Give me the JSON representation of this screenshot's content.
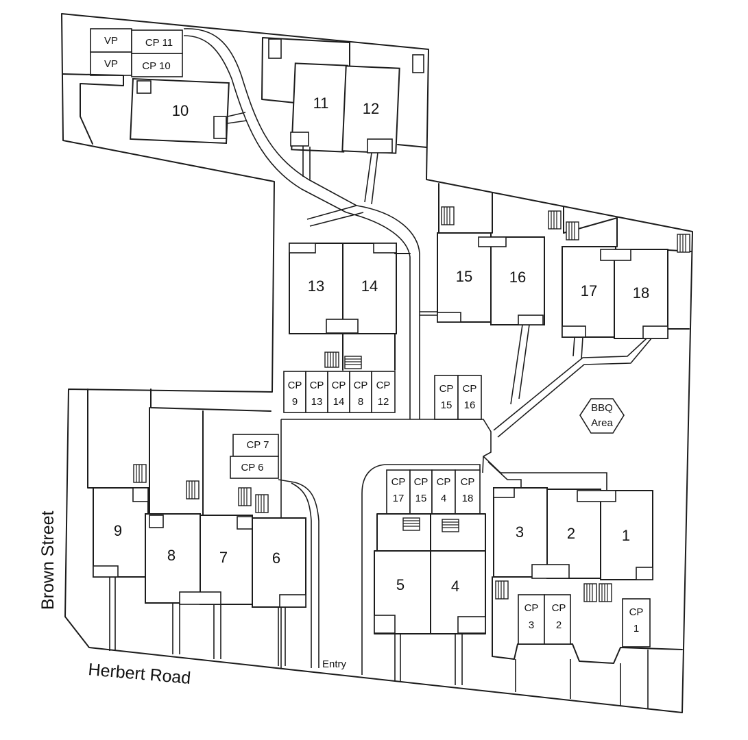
{
  "streets": {
    "herbert": "Herbert Road",
    "brown": "Brown Street",
    "entry": "Entry"
  },
  "bbq": {
    "line1": "BBQ",
    "line2": "Area"
  },
  "units": [
    "1",
    "2",
    "3",
    "4",
    "5",
    "6",
    "7",
    "8",
    "9",
    "10",
    "11",
    "12",
    "13",
    "14",
    "15",
    "16",
    "17",
    "18"
  ],
  "carparks": {
    "vp_top": "VP",
    "vp_bottom": "VP",
    "cp11": "CP 11",
    "cp10": "CP 10",
    "cp7": "CP 7",
    "cp6": "CP 6",
    "row_mid": [
      {
        "a": "CP",
        "b": "9"
      },
      {
        "a": "CP",
        "b": "13"
      },
      {
        "a": "CP",
        "b": "14"
      },
      {
        "a": "CP",
        "b": "8"
      },
      {
        "a": "CP",
        "b": "12"
      }
    ],
    "row_1516": [
      {
        "a": "CP",
        "b": "15"
      },
      {
        "a": "CP",
        "b": "16"
      }
    ],
    "row_low": [
      {
        "a": "CP",
        "b": "17"
      },
      {
        "a": "CP",
        "b": "15"
      },
      {
        "a": "CP",
        "b": "4"
      },
      {
        "a": "CP",
        "b": "18"
      }
    ],
    "row_cp32": [
      {
        "a": "CP",
        "b": "3"
      },
      {
        "a": "CP",
        "b": "2"
      }
    ],
    "cp1": {
      "a": "CP",
      "b": "1"
    }
  }
}
